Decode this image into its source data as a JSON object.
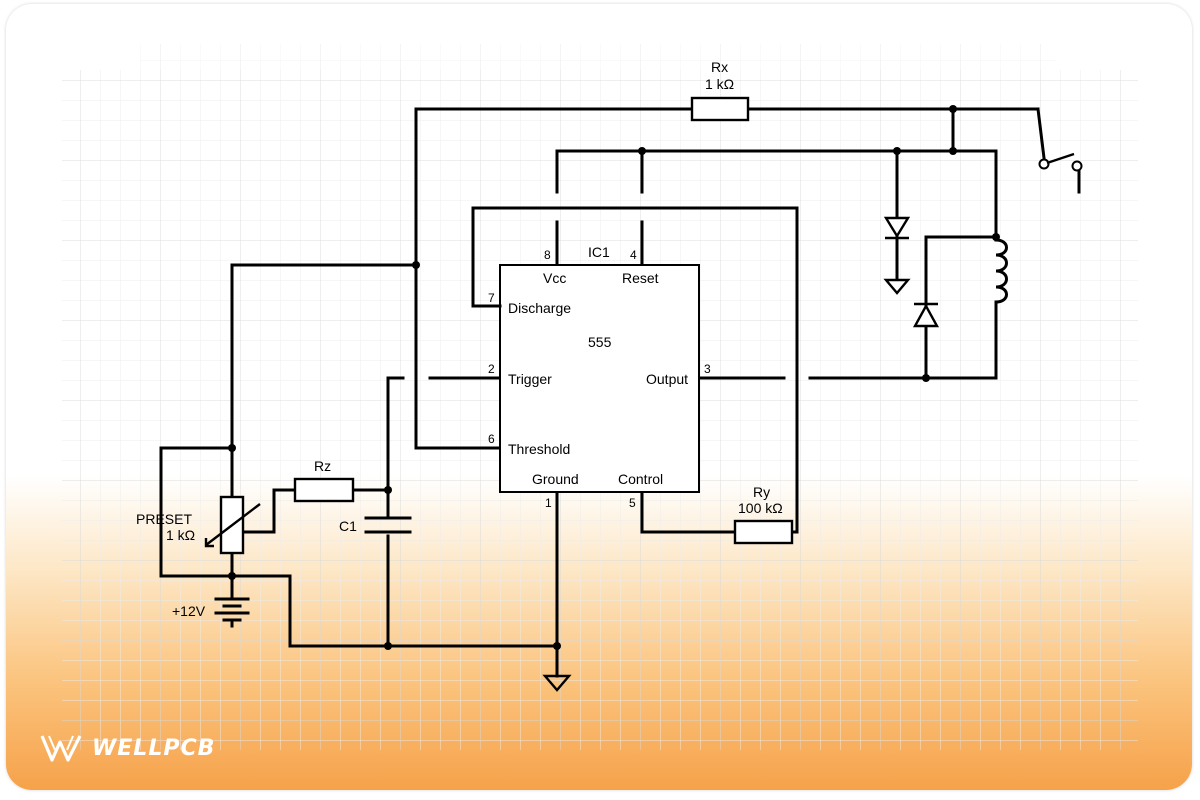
{
  "brand": {
    "name": "WELLPCB",
    "logo_icon": "wellpcb-logo-icon"
  },
  "ic": {
    "designator": "IC1",
    "part": "555",
    "pins": {
      "vcc": {
        "number": "8",
        "name": "Vcc"
      },
      "reset": {
        "number": "4",
        "name": "Reset"
      },
      "discharge": {
        "number": "7",
        "name": "Discharge"
      },
      "trigger": {
        "number": "2",
        "name": "Trigger"
      },
      "output": {
        "number": "3",
        "name": "Output"
      },
      "threshold": {
        "number": "6",
        "name": "Threshold"
      },
      "ground": {
        "number": "1",
        "name": "Ground"
      },
      "control": {
        "number": "5",
        "name": "Control"
      }
    }
  },
  "components": {
    "rx": {
      "designator": "Rx",
      "value": "1 kΩ"
    },
    "ry": {
      "designator": "Ry",
      "value": "100 kΩ"
    },
    "rz": {
      "designator": "Rz"
    },
    "preset": {
      "designator": "PRESET",
      "value": "1 kΩ"
    },
    "c1": {
      "designator": "C1"
    },
    "battery": {
      "label": "+12V"
    }
  },
  "colors": {
    "wire": "#000000",
    "background": "#ffffff",
    "gradient_bottom": "#f6a24a",
    "grid": "#e3e3e3"
  }
}
